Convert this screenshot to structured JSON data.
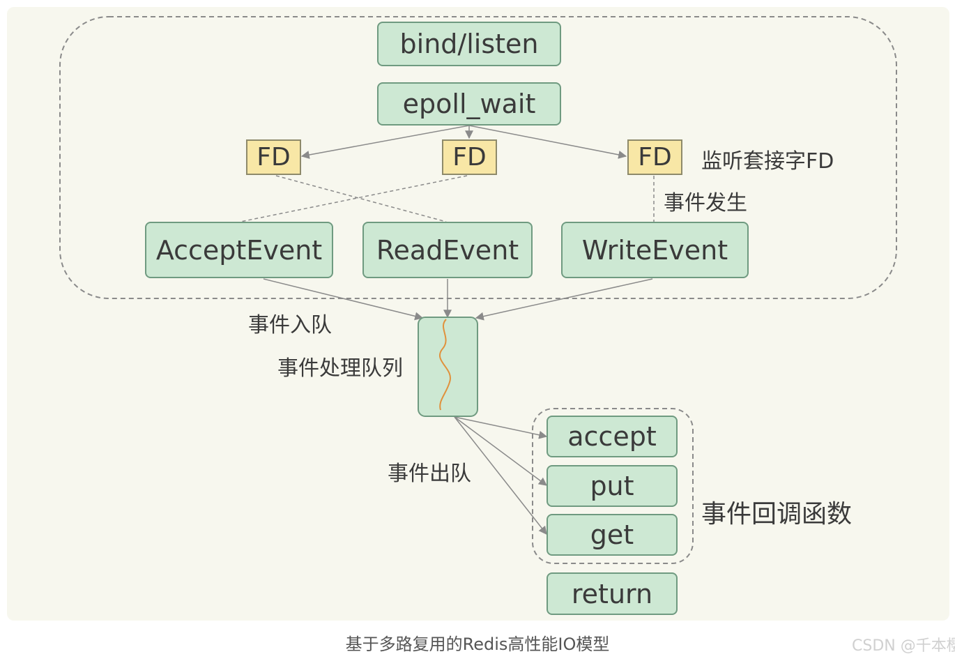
{
  "nodes": {
    "bind_listen": "bind/listen",
    "epoll_wait": "epoll_wait",
    "fd_left": "FD",
    "fd_middle": "FD",
    "fd_right": "FD",
    "accept_event": "AcceptEvent",
    "read_event": "ReadEvent",
    "write_event": "WriteEvent",
    "callback_accept": "accept",
    "callback_put": "put",
    "callback_get": "get",
    "return_node": "return"
  },
  "labels": {
    "listen_socket_fd": "监听套接字FD",
    "event_occurs": "事件发生",
    "event_enqueue": "事件入队",
    "event_queue": "事件处理队列",
    "event_dequeue": "事件出队",
    "event_callbacks": "事件回调函数"
  },
  "caption": "基于多路复用的Redis高性能IO模型",
  "watermark": "CSDN @千本樱W",
  "colors": {
    "node_fill": "#cde8d3",
    "node_border": "#6f9a80",
    "fd_fill": "#f8e7a6",
    "queue_line": "#e0913c",
    "background": "#f7f7ee"
  }
}
